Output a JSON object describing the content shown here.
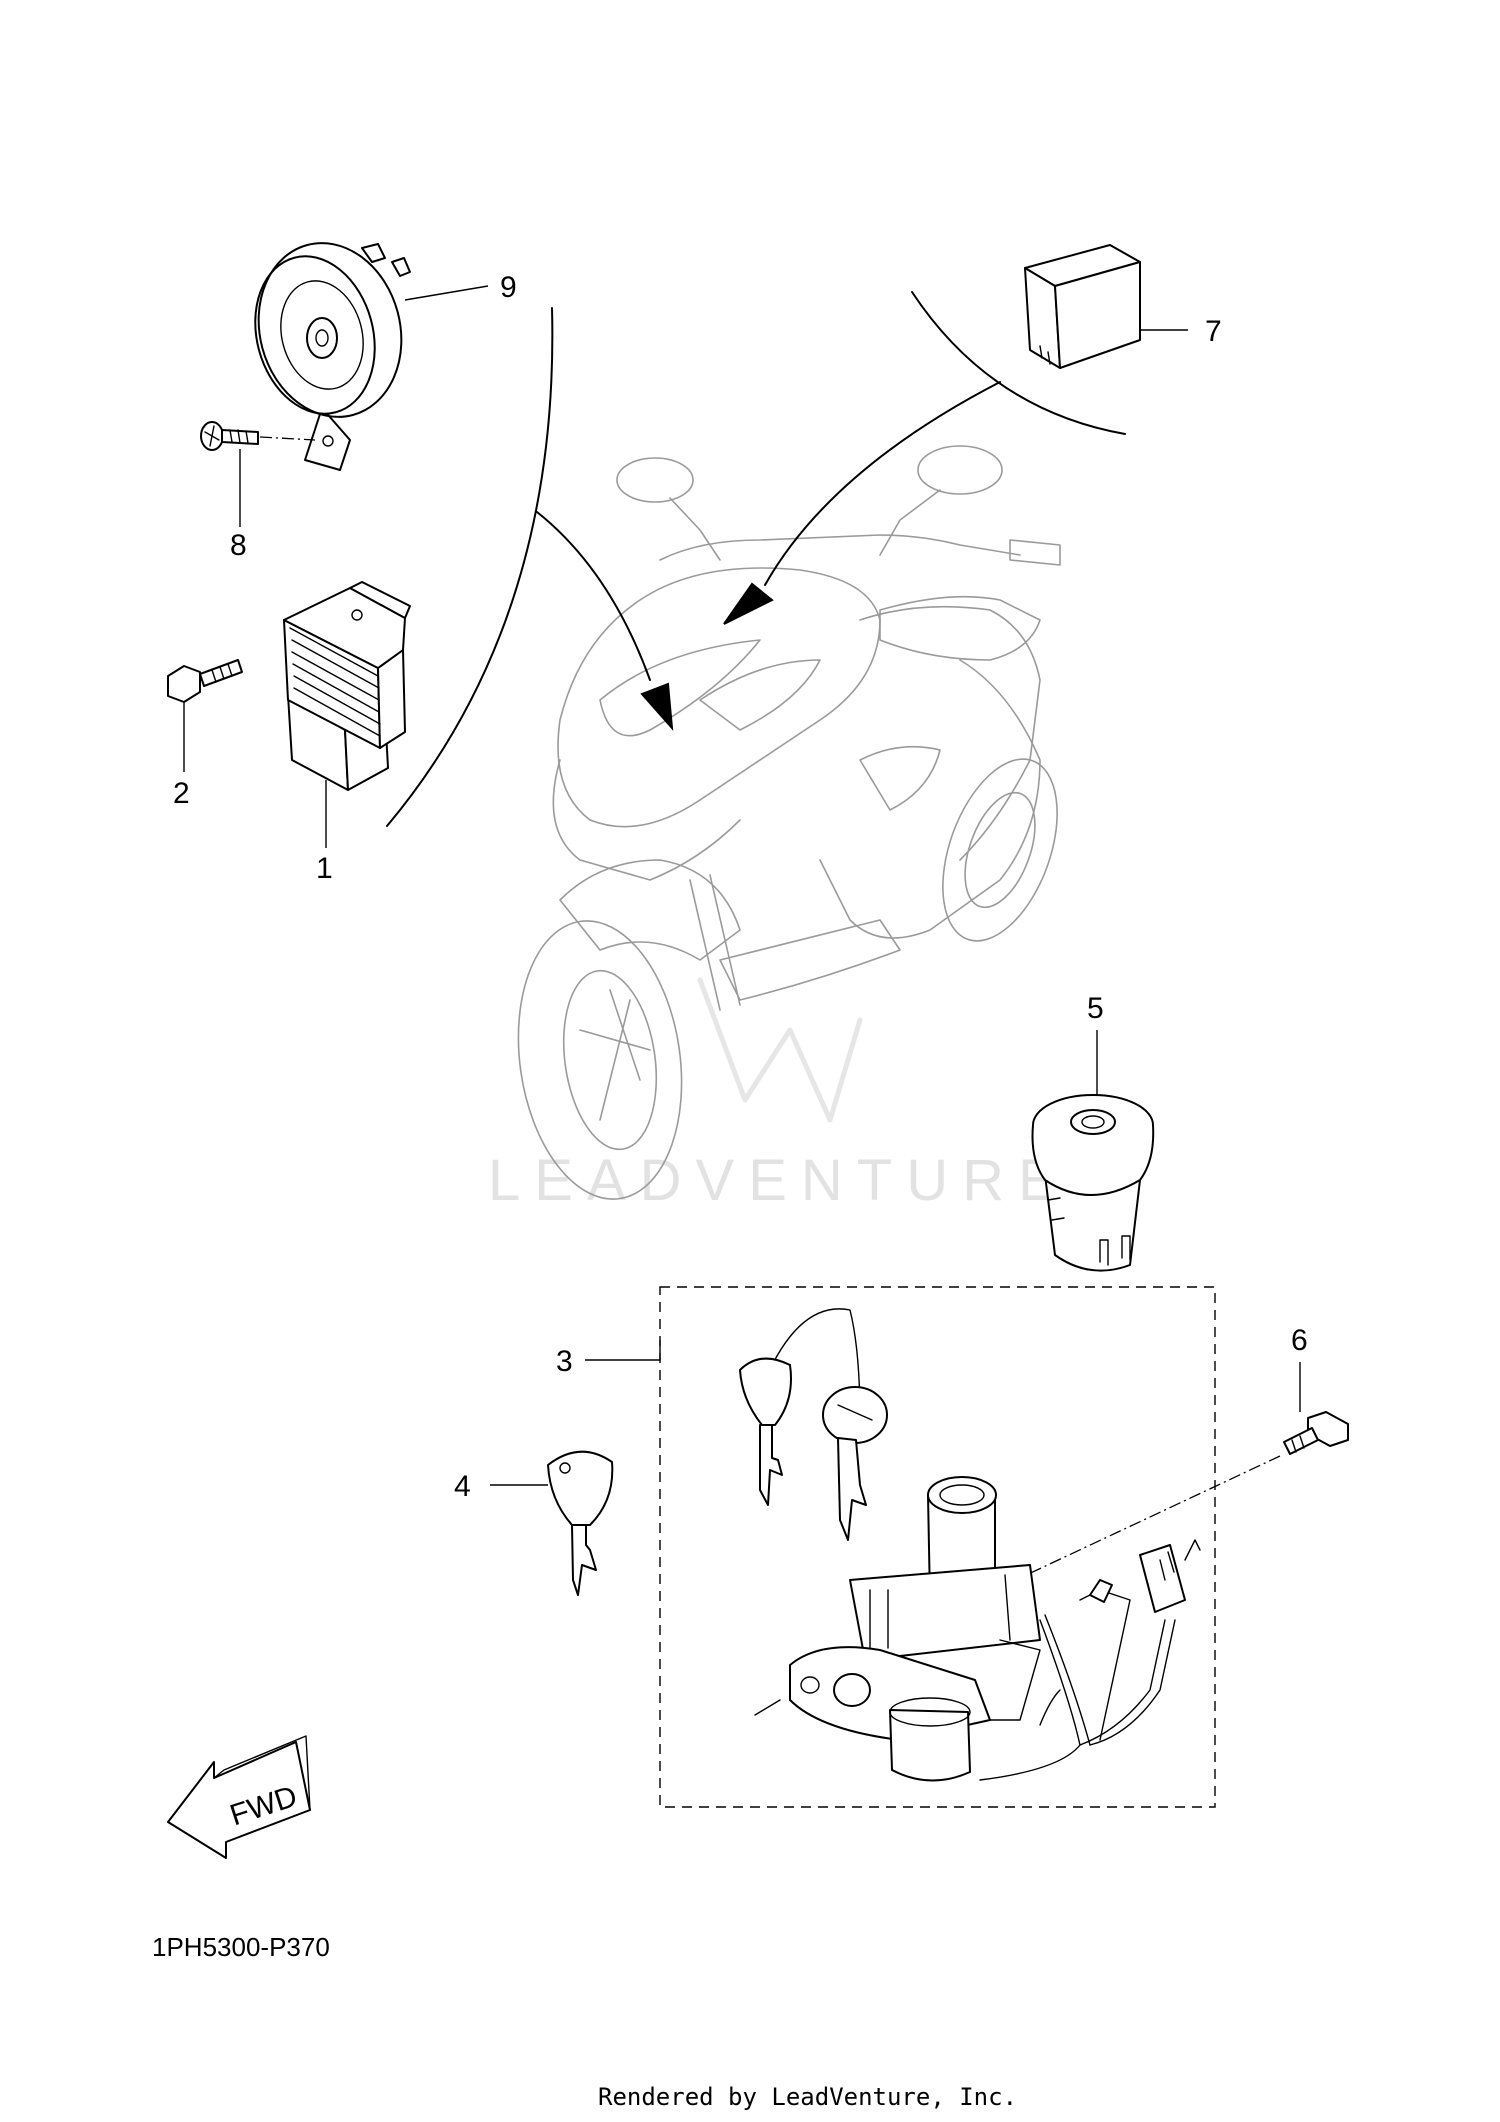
{
  "callouts": {
    "c1": "1",
    "c2": "2",
    "c3": "3",
    "c4": "4",
    "c5": "5",
    "c6": "6",
    "c7": "7",
    "c8": "8",
    "c9": "9"
  },
  "direction_label": "FWD",
  "diagram_code": "1PH5300-P370",
  "watermark": "LEADVENTURE",
  "footer": "Rendered by LeadVenture, Inc."
}
